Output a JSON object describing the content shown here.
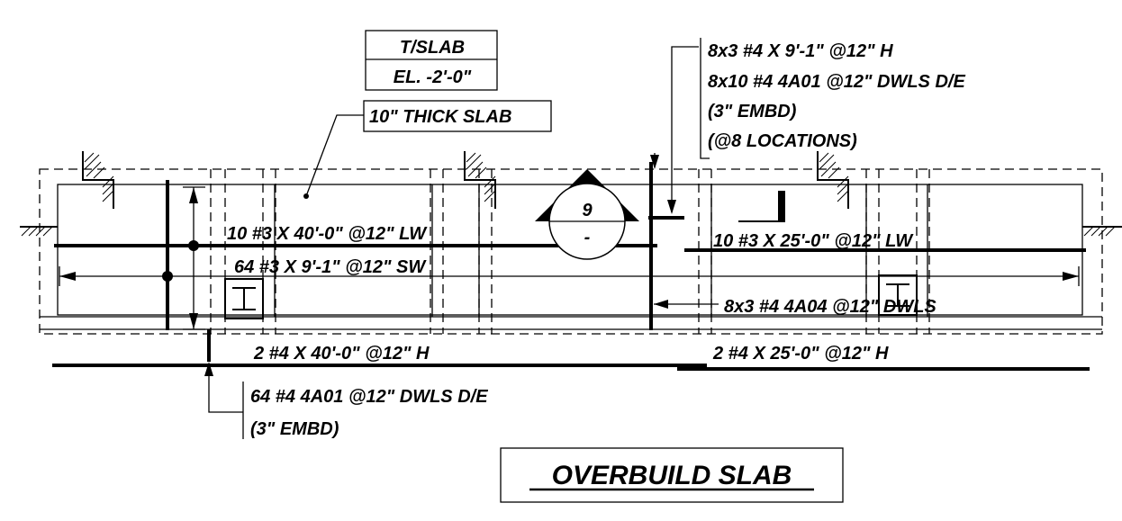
{
  "elevation_tag": {
    "top": "T/SLAB",
    "bottom": "EL. -2'-0\""
  },
  "callouts": {
    "slab_thickness": "10\" THICK SLAB",
    "top_right_note": {
      "line1": "8x3 #4 X 9'-1\" @12\" H",
      "line2": "8x10 #4 4A01 @12\" DWLS D/E",
      "line3": "(3\" EMBD)",
      "line4": "(@8 LOCATIONS)"
    },
    "bottom_left_note": {
      "line1": "64 #4 4A01 @12\" DWLS D/E",
      "line2": "(3\" EMBD)"
    },
    "right_dowels": "8x3 #4 4A04 @12\" DWLS"
  },
  "rebar_labels": {
    "lw_left": "10 #3 X 40'-0\" @12\" LW",
    "sw_left": "64 #3 X 9'-1\" @12\" SW",
    "lw_right": "10 #3 X 25'-0\" @12\" LW",
    "h_left": "2 #4 X 40'-0\" @12\" H",
    "h_right": "2 #4 X 25'-0\" @12\" H"
  },
  "section_marker": {
    "number": "9",
    "sheet": "-"
  },
  "title": "OVERBUILD SLAB"
}
